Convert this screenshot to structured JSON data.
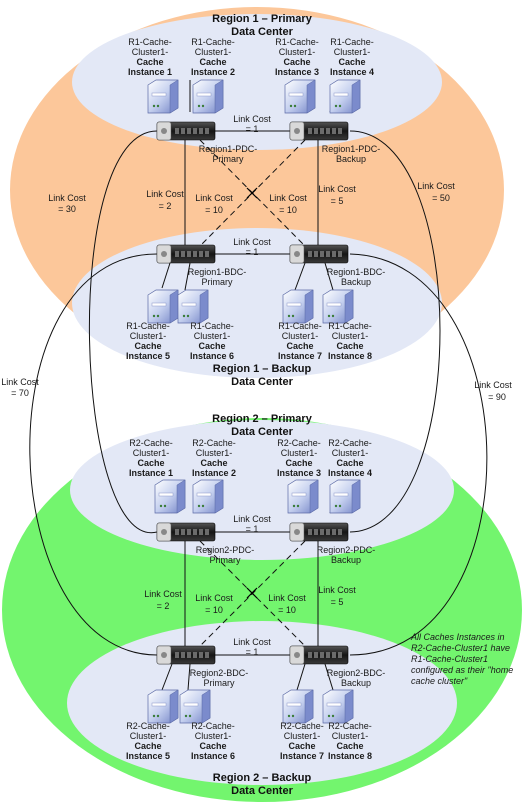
{
  "colors": {
    "region1": "#fcc79a",
    "region2": "#73f56e",
    "inner": "#e3e8f6"
  },
  "region1": {
    "primary_title_line1": "Region 1 – Primary",
    "primary_title_line2": "Data Center",
    "backup_title_line1": "Region 1 – Backup",
    "backup_title_line2": "Data Center",
    "pdc_primary": [
      "Region1-PDC-",
      "Primary"
    ],
    "pdc_backup": [
      "Region1-PDC-",
      "Backup"
    ],
    "bdc_primary": [
      "Region1-BDC-",
      "Primary"
    ],
    "bdc_backup": [
      "Region1-BDC-",
      "Backup"
    ],
    "instances": [
      {
        "l1": "R1-Cache-",
        "l2": "Cluster1-",
        "l3": "Cache",
        "l4": "Instance 1"
      },
      {
        "l1": "R1-Cache-",
        "l2": "Cluster1-",
        "l3": "Cache",
        "l4": "Instance 2"
      },
      {
        "l1": "R1-Cache-",
        "l2": "Cluster1-",
        "l3": "Cache",
        "l4": "Instance 3"
      },
      {
        "l1": "R1-Cache-",
        "l2": "Cluster1-",
        "l3": "Cache",
        "l4": "Instance 4"
      },
      {
        "l1": "R1-Cache-",
        "l2": "Cluster1-",
        "l3": "Cache",
        "l4": "Instance 5"
      },
      {
        "l1": "R1-Cache-",
        "l2": "Cluster1-",
        "l3": "Cache",
        "l4": "Instance 6"
      },
      {
        "l1": "R1-Cache-",
        "l2": "Cluster1-",
        "l3": "Cache",
        "l4": "Instance 7"
      },
      {
        "l1": "R1-Cache-",
        "l2": "Cluster1-",
        "l3": "Cache",
        "l4": "Instance 8"
      }
    ],
    "costs": {
      "pdc_pair": [
        "Link Cost",
        "= 1"
      ],
      "bdc_pair": [
        "Link Cost",
        "= 1"
      ],
      "left_vertical": [
        "Link Cost",
        "= 2"
      ],
      "right_vertical": [
        "Link Cost",
        "= 5"
      ],
      "cross_a": [
        "Link Cost",
        "= 10"
      ],
      "cross_b": [
        "Link Cost",
        "= 10"
      ]
    }
  },
  "region2": {
    "primary_title_line1": "Region 2 – Primary",
    "primary_title_line2": "Data Center",
    "backup_title_line1": "Region 2 – Backup",
    "backup_title_line2": "Data Center",
    "pdc_primary": [
      "Region2-PDC-",
      "Primary"
    ],
    "pdc_backup": [
      "Region2-PDC-",
      "Backup"
    ],
    "bdc_primary": [
      "Region2-BDC-",
      "Primary"
    ],
    "bdc_backup": [
      "Region2-BDC-",
      "Backup"
    ],
    "instances": [
      {
        "l1": "R2-Cache-",
        "l2": "Cluster1-",
        "l3": "Cache",
        "l4": "Instance 1"
      },
      {
        "l1": "R2-Cache-",
        "l2": "Cluster1-",
        "l3": "Cache",
        "l4": "Instance 2"
      },
      {
        "l1": "R2-Cache-",
        "l2": "Cluster1-",
        "l3": "Cache",
        "l4": "Instance 3"
      },
      {
        "l1": "R2-Cache-",
        "l2": "Cluster1-",
        "l3": "Cache",
        "l4": "Instance 4"
      },
      {
        "l1": "R2-Cache-",
        "l2": "Cluster1-",
        "l3": "Cache",
        "l4": "Instance 5"
      },
      {
        "l1": "R2-Cache-",
        "l2": "Cluster1-",
        "l3": "Cache",
        "l4": "Instance 6"
      },
      {
        "l1": "R2-Cache-",
        "l2": "Cluster1-",
        "l3": "Cache",
        "l4": "Instance 7"
      },
      {
        "l1": "R2-Cache-",
        "l2": "Cluster1-",
        "l3": "Cache",
        "l4": "Instance 8"
      }
    ],
    "costs": {
      "pdc_pair": [
        "Link Cost",
        "= 1"
      ],
      "bdc_pair": [
        "Link Cost",
        "= 1"
      ],
      "left_vertical": [
        "Link Cost",
        "= 2"
      ],
      "right_vertical": [
        "Link Cost",
        "= 5"
      ],
      "cross_a": [
        "Link Cost",
        "= 10"
      ],
      "cross_b": [
        "Link Cost",
        "= 10"
      ]
    }
  },
  "inter_region_costs": {
    "cost_30": [
      "Link Cost",
      "= 30"
    ],
    "cost_50": [
      "Link Cost",
      "= 50"
    ],
    "cost_70": [
      "Link Cost",
      "= 70"
    ],
    "cost_90": [
      "Link Cost",
      "= 90"
    ]
  },
  "note": [
    "All Caches Instances in",
    "R2-Cache-Cluster1 have",
    "R1-Cache-Cluster1",
    "configured as their \"home",
    "cache cluster\""
  ]
}
